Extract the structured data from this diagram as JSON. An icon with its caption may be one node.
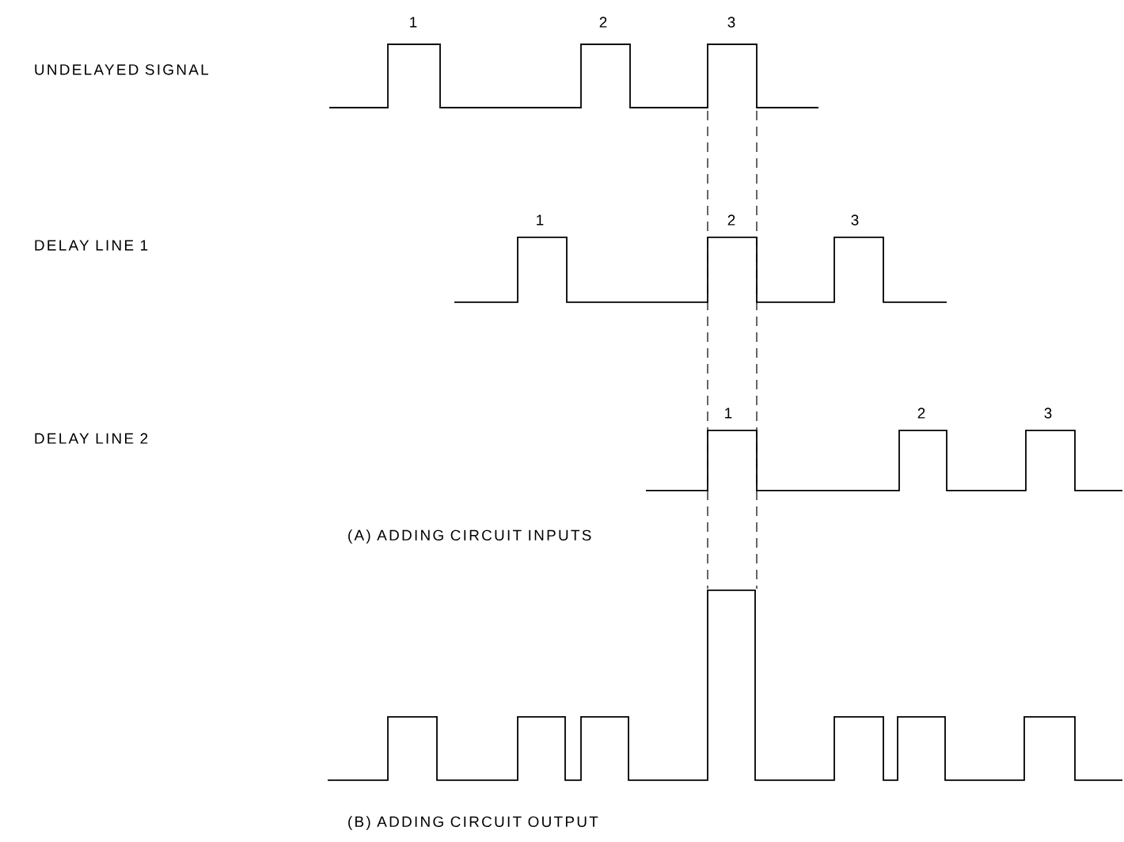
{
  "diagram": {
    "labels": [
      "1",
      "2",
      "3",
      "UNDELAYED SIGNAL",
      "DELAY LINE 1",
      "1",
      "2",
      "3",
      "1",
      "DELAY LINE 2",
      "2",
      "3",
      "(A) ADDING CIRCUIT INPUTS",
      "(B) ADDING CIRCUIT OUTPUT"
    ]
  }
}
